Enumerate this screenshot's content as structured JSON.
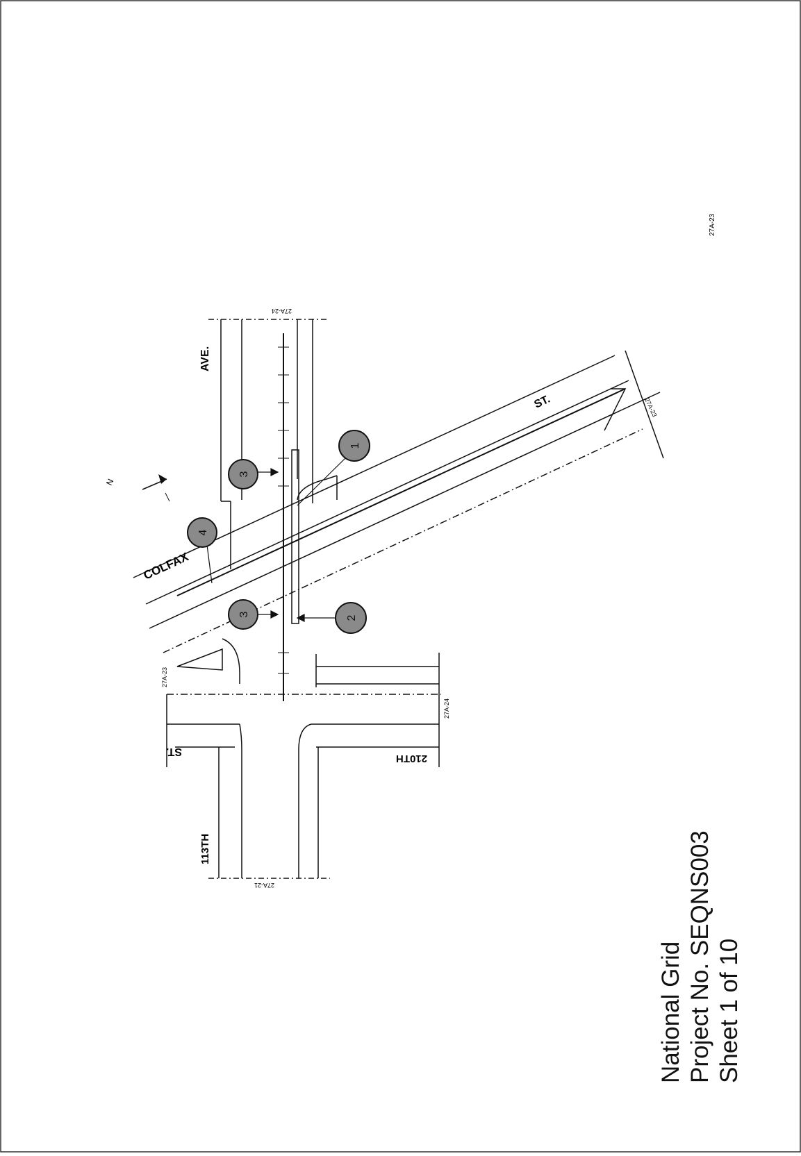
{
  "streets": {
    "colfax": "COLFAX",
    "ave": "AVE.",
    "st_diagonal": "ST.",
    "st_113": "ST.",
    "name_113": "113TH",
    "name_210": "210TH"
  },
  "sheet_refs": {
    "top": "27A-24",
    "right": "27A-23",
    "left_corner": "27A-23",
    "bottom_right": "27A-24",
    "bottom": "27A-21",
    "diagonal_end": "27A-23"
  },
  "markers": [
    {
      "label": "1"
    },
    {
      "label": "2"
    },
    {
      "label": "3"
    },
    {
      "label": "3"
    },
    {
      "label": "4"
    }
  ],
  "north": "N",
  "title_block": {
    "line1": "National Grid",
    "line2": "Project No. SEQNS003",
    "line3": "Sheet 1 of 10"
  }
}
